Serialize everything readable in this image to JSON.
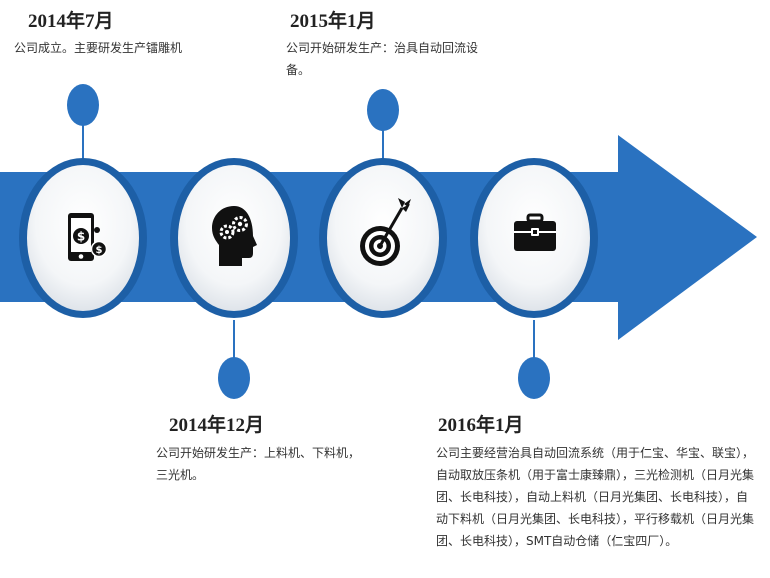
{
  "colors": {
    "arrow": "#2a72c0",
    "arrow_dark": "#1d5fa6",
    "connector_dot": "#2a72c0",
    "circle_fill": "#ffffff",
    "icon": "#111111"
  },
  "milestones": [
    {
      "year": "2014年7月",
      "description": "公司成立。主要研发生产镭雕机",
      "icon": "mobile-dollar-icon"
    },
    {
      "year": "2014年12月",
      "description": "公司开始研发生产：上料机、下料机，三光机。",
      "icon": "head-gears-icon"
    },
    {
      "year": "2015年1月",
      "description": "公司开始研发生产：治具自动回流设备。",
      "icon": "target-arrow-icon"
    },
    {
      "year": "2016年1月",
      "description": "公司主要经营治具自动回流系统（用于仁宝、华宝、联宝），自动取放压条机（用于富士康臻鼎），三光检测机（日月光集团、长电科技），自动上料机（日月光集团、长电科技），自动下料机（日月光集团、长电科技），平行移载机（日月光集团、长电科技），SMT自动仓储（仁宝四厂）。",
      "icon": "briefcase-icon"
    }
  ]
}
